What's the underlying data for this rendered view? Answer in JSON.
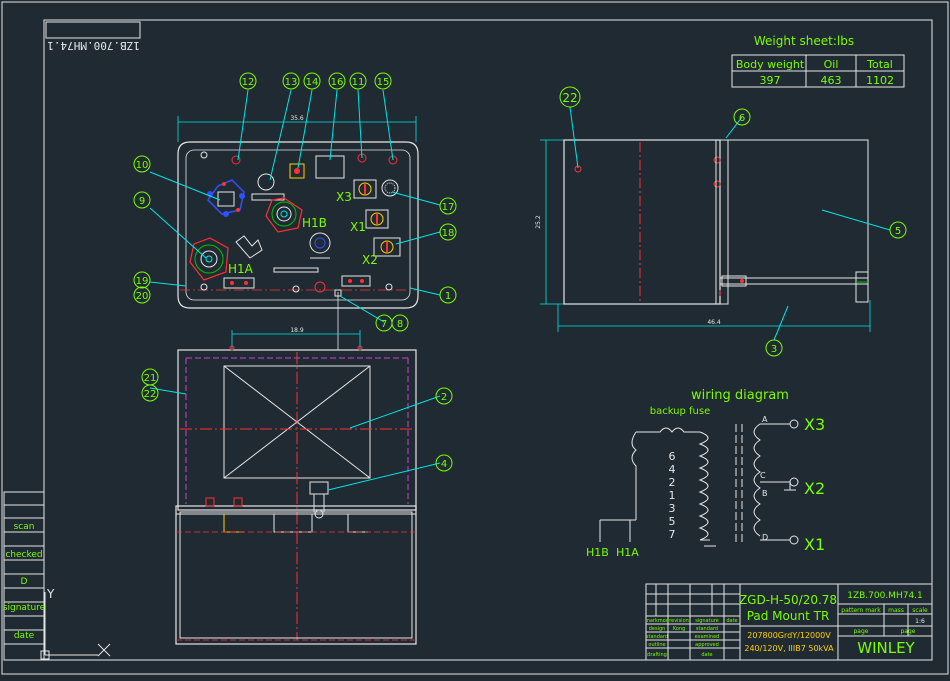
{
  "drawing": {
    "code_mirrored": "1ZB.700.MH74.1",
    "weight_sheet": {
      "title": "Weight sheet:lbs",
      "headers": [
        "Body weight",
        "Oil",
        "Total"
      ],
      "values": [
        "397",
        "463",
        "1102"
      ]
    },
    "callouts": [
      "12",
      "13",
      "14",
      "16",
      "11",
      "15",
      "10",
      "9",
      "17",
      "18",
      "19",
      "20",
      "1",
      "7",
      "8",
      "21",
      "22",
      "2",
      "4",
      "22",
      "6",
      "5",
      "3"
    ],
    "bushings": {
      "x3": "X3",
      "x1": "X1",
      "x2": "X2",
      "h1b": "H1B",
      "h1a": "H1A"
    },
    "dimensions": {
      "top_width": "35.6",
      "top_height": "18.9",
      "side_height": "25.2",
      "side_width": "46.4"
    },
    "wiring": {
      "title": "wiring diagram",
      "fuse_label": "backup fuse",
      "taps": [
        "6",
        "4",
        "2",
        "1",
        "3",
        "5",
        "7"
      ],
      "secondary_points": [
        "A",
        "C",
        "B",
        "D"
      ],
      "outputs": {
        "x3": "X3",
        "x2": "X2",
        "x1": "X1"
      },
      "inputs": {
        "h1b": "H1B",
        "h1a": "H1A"
      }
    },
    "left_labels": [
      "scan",
      "checked",
      "D",
      "signature",
      "date"
    ],
    "axis": {
      "y": "Y"
    },
    "title_block": {
      "title_line1": "ZGD-H-50/20.78",
      "title_line2": "Pad Mount TR",
      "spec_line1": "207800GrdY/12000V",
      "spec_line2": "240/120V, IIIB7 50kVA",
      "drawing_no": "1ZB.700.MH74.1",
      "cells_top": [
        "pattern mark",
        "mass",
        "scale"
      ],
      "scale": "1:6",
      "page_labels": [
        "page",
        "page"
      ],
      "company": "WINLEY",
      "rows_left": [
        "markmod",
        "design",
        "standard",
        "outline",
        "drafting"
      ],
      "rows_mid": [
        "revision",
        "Kong",
        "",
        "",
        ""
      ],
      "rows_right": [
        "signature",
        "standard",
        "examined",
        "approved",
        "date"
      ],
      "row_date": "date"
    }
  }
}
